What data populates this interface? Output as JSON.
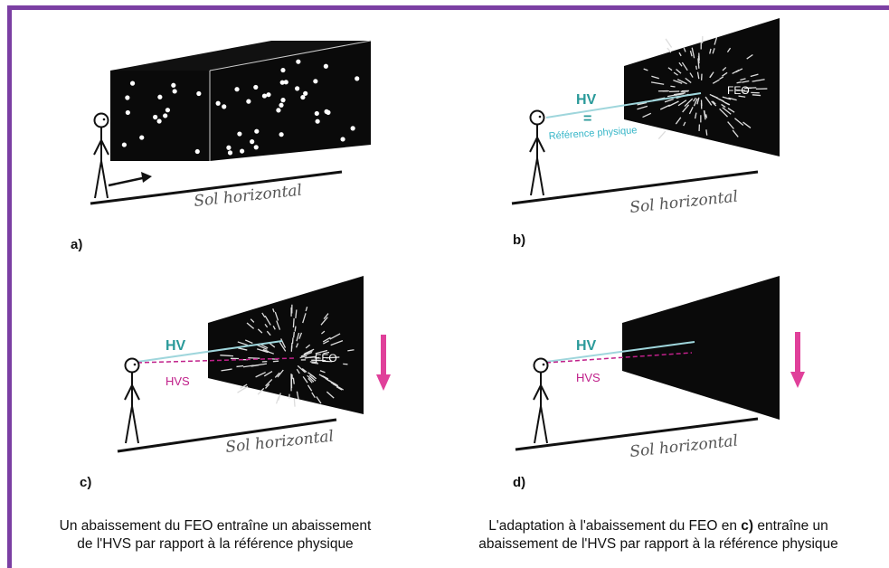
{
  "panels": {
    "a": {
      "label": "a)",
      "ground": "Sol horizontal"
    },
    "b": {
      "label": "b)",
      "ground": "Sol horizontal",
      "hv": "HV",
      "equals": "=",
      "reference": "Référence physique",
      "feo": "FEO"
    },
    "c": {
      "label": "c)",
      "ground": "Sol horizontal",
      "hv": "HV",
      "hvs": "HVS",
      "feo": "FEO"
    },
    "d": {
      "label": "d)",
      "ground": "Sol horizontal",
      "hv": "HV",
      "hvs": "HVS"
    }
  },
  "captions": {
    "left_line1": "Un abaissement du FEO entraîne  un abaissement",
    "left_line2": "de l'HVS par rapport à la référence  physique",
    "right_line1_part1": "L'adaptation à l'abaissement du FEO  en ",
    "right_line1_bold": "c)",
    "right_line1_part2": " entraîne  un",
    "right_line2": "abaissement de l'HVS par rapport à la référence  physique"
  },
  "colors": {
    "frame": "#7b3fa3",
    "hv_line": "#9fd6dc",
    "hv_text": "#2a9a9a",
    "hvs": "#c0208a",
    "arrow": "#e0409a",
    "box": "#0a0a0a"
  }
}
